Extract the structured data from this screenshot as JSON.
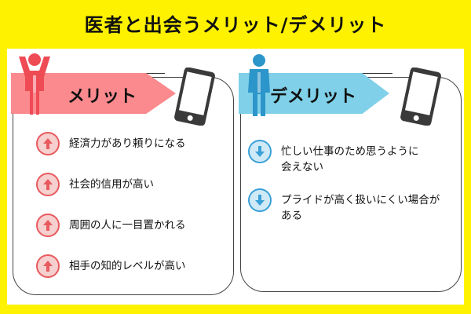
{
  "title": "医者と出会うメリット/デメリット",
  "merit": {
    "label": "メリット",
    "items": [
      "経済力があり頼りになる",
      "社会的信用が高い",
      "周囲の人に一目置かれる",
      "相手の知的レベルが高い"
    ]
  },
  "demerit": {
    "label": "デメリット",
    "items": [
      "忙しい仕事のため思うように\n会えない",
      "プライドが高く扱いにくい場合が\nある"
    ]
  },
  "colors": {
    "background": "#fff200",
    "merit": "#fa8a8d",
    "merit_icon": "#e85a5e",
    "demerit": "#7fd0e8",
    "demerit_icon": "#3aa0d8"
  },
  "icons": {
    "merit_figure": "person-arms-raised-icon",
    "demerit_figure": "person-standing-icon",
    "phone": "smartphone-icon",
    "merit_bullet": "arrow-up-circle-icon",
    "demerit_bullet": "arrow-down-circle-icon"
  }
}
